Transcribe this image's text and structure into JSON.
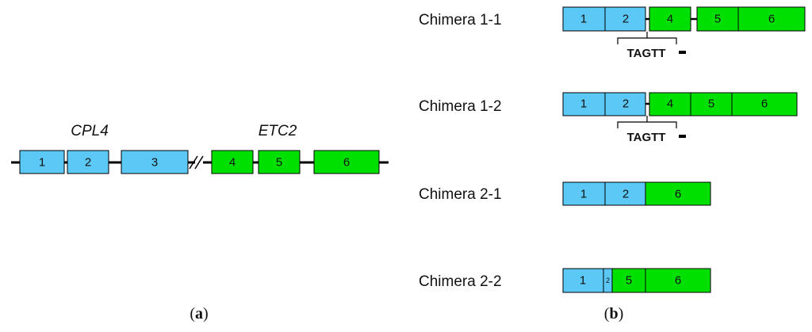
{
  "colors": {
    "cpl4": "#5bc8f5",
    "etc2": "#00e000",
    "line": "#000000"
  },
  "panel_a": {
    "label_open": "(",
    "label_letter": "a",
    "label_close": ")",
    "gene_left": "CPL4",
    "gene_right": "ETC2",
    "exons": [
      "1",
      "2",
      "3",
      "4",
      "5",
      "6"
    ]
  },
  "panel_b": {
    "label_open": "(",
    "label_letter": "b",
    "label_close": ")",
    "chimeras": [
      {
        "name": "Chimera 1-1",
        "exons": [
          "1",
          "2",
          "4",
          "5",
          "6"
        ],
        "sequence": "TAGTT"
      },
      {
        "name": "Chimera 1-2",
        "exons": [
          "1",
          "2",
          "4",
          "5",
          "6"
        ],
        "sequence": "TAGTT"
      },
      {
        "name": "Chimera 2-1",
        "exons": [
          "1",
          "2",
          "6"
        ]
      },
      {
        "name": "Chimera 2-2",
        "exons": [
          "1",
          "2",
          "5",
          "6"
        ]
      }
    ]
  }
}
